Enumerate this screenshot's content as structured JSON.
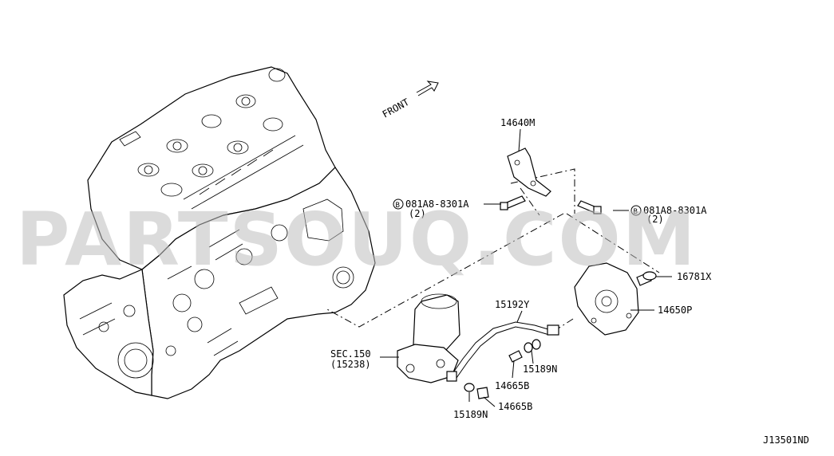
{
  "watermark": "PARTSOUQ.COM",
  "direction_label": "FRONT",
  "diagram_code": "J13501ND",
  "bolt_marker": "B",
  "callouts": {
    "bracket": "14640M",
    "bolt_left": "081A8-8301A",
    "bolt_left_qty": "(2)",
    "bolt_right": "081A8-8301A",
    "bolt_right_qty": "(2)",
    "seal": "16781X",
    "pump": "14650P",
    "hose": "15192Y",
    "sec_ref": "SEC.150",
    "sec_ref_sub": "(15238)",
    "washer_upper": "15189N",
    "bolt_upper": "14665B",
    "washer_lower": "15189N",
    "bolt_lower": "14665B"
  }
}
